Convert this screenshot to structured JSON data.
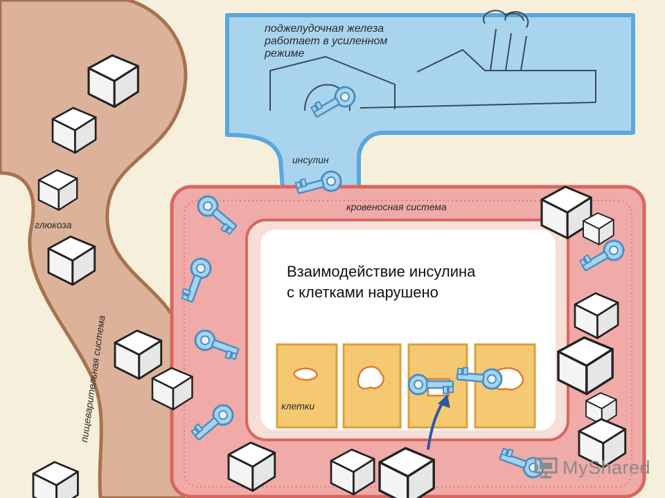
{
  "labels": {
    "pancreas_line1": "поджелудочная железа",
    "pancreas_line2": "работает в усиленном",
    "pancreas_line3": "режиме",
    "insulin": "инсулин",
    "blood_system": "кровеносная система",
    "glucose": "глюкоза",
    "digestive_system": "пищеварительная система",
    "cells": "клетки"
  },
  "caption": {
    "line1": "Взаимодействие инсулина",
    "line2": "с клетками нарушено"
  },
  "watermark": {
    "text": "MyShared"
  },
  "colors": {
    "background": "#f5efdc",
    "digestive_tract": "#dcb39a",
    "pancreas": "#a9d4ee",
    "blood_vessel": "#f0aaa8",
    "cell": "#f5c872",
    "key": "#a6d3ee"
  }
}
